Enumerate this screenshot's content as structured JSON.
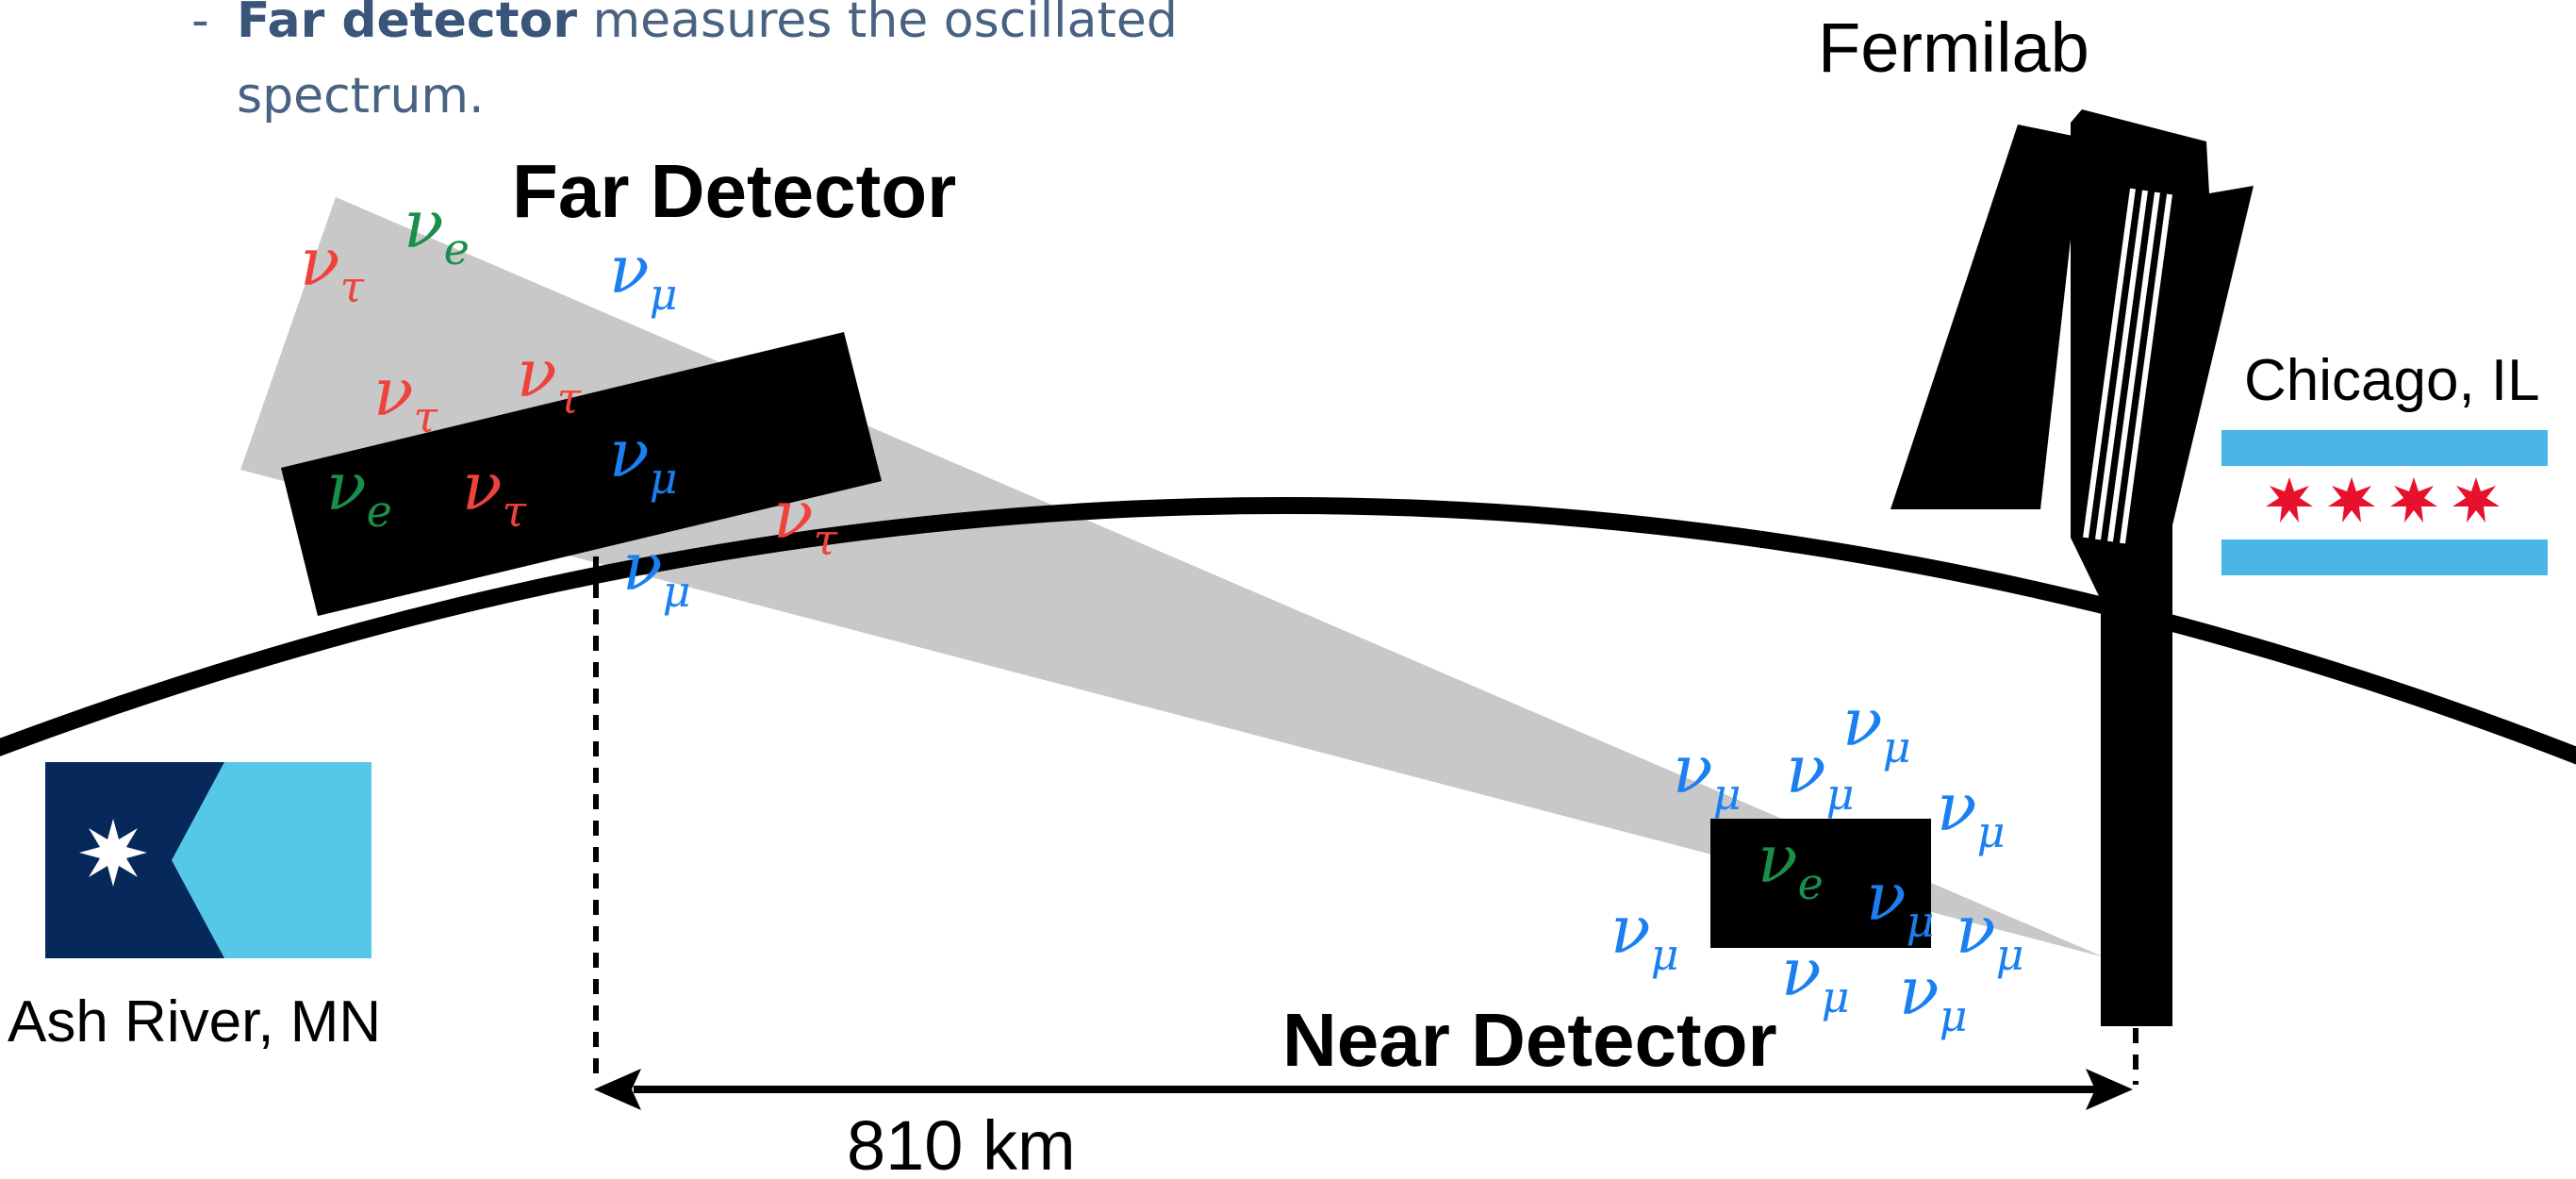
{
  "bullet": {
    "dash": "-",
    "bold": "Far detector",
    "rest": " measures the oscillated",
    "line2": "spectrum."
  },
  "labels": {
    "far_detector": "Far Detector",
    "near_detector": "Near Detector",
    "fermilab": "Fermilab",
    "chicago": "Chicago, IL",
    "ash_river": "Ash River, MN",
    "distance": "810 km"
  },
  "neutrinos": {
    "far": [
      {
        "sym": "ν",
        "sub": "τ",
        "flavor": "tau"
      },
      {
        "sym": "ν",
        "sub": "e",
        "flavor": "e"
      },
      {
        "sym": "ν",
        "sub": "μ",
        "flavor": "mu"
      },
      {
        "sym": "ν",
        "sub": "τ",
        "flavor": "tau"
      },
      {
        "sym": "ν",
        "sub": "τ",
        "flavor": "tau"
      },
      {
        "sym": "ν",
        "sub": "e",
        "flavor": "e"
      },
      {
        "sym": "ν",
        "sub": "τ",
        "flavor": "tau"
      },
      {
        "sym": "ν",
        "sub": "μ",
        "flavor": "mu"
      },
      {
        "sym": "ν",
        "sub": "τ",
        "flavor": "tau"
      },
      {
        "sym": "ν",
        "sub": "μ",
        "flavor": "mu"
      }
    ],
    "near": [
      {
        "sym": "ν",
        "sub": "μ",
        "flavor": "mu"
      },
      {
        "sym": "ν",
        "sub": "μ",
        "flavor": "mu"
      },
      {
        "sym": "ν",
        "sub": "μ",
        "flavor": "mu"
      },
      {
        "sym": "ν",
        "sub": "μ",
        "flavor": "mu"
      },
      {
        "sym": "ν",
        "sub": "e",
        "flavor": "e"
      },
      {
        "sym": "ν",
        "sub": "μ",
        "flavor": "mu"
      },
      {
        "sym": "ν",
        "sub": "μ",
        "flavor": "mu"
      },
      {
        "sym": "ν",
        "sub": "μ",
        "flavor": "mu"
      },
      {
        "sym": "ν",
        "sub": "μ",
        "flavor": "mu"
      },
      {
        "sym": "ν",
        "sub": "μ",
        "flavor": "mu"
      }
    ]
  },
  "colors": {
    "tau": "#f0423c",
    "e": "#1a8f4a",
    "mu": "#1a7ff0",
    "beam": "#c8c8c8",
    "mn_dark": "#06285a",
    "mn_light": "#55c8e8",
    "chicago_blue": "#4ab6e6",
    "chicago_star": "#e8112d"
  },
  "icons": {
    "minnesota_flag": "minnesota-flag-icon",
    "chicago_flag": "chicago-flag-icon",
    "fermilab_building": "fermilab-building-icon"
  }
}
